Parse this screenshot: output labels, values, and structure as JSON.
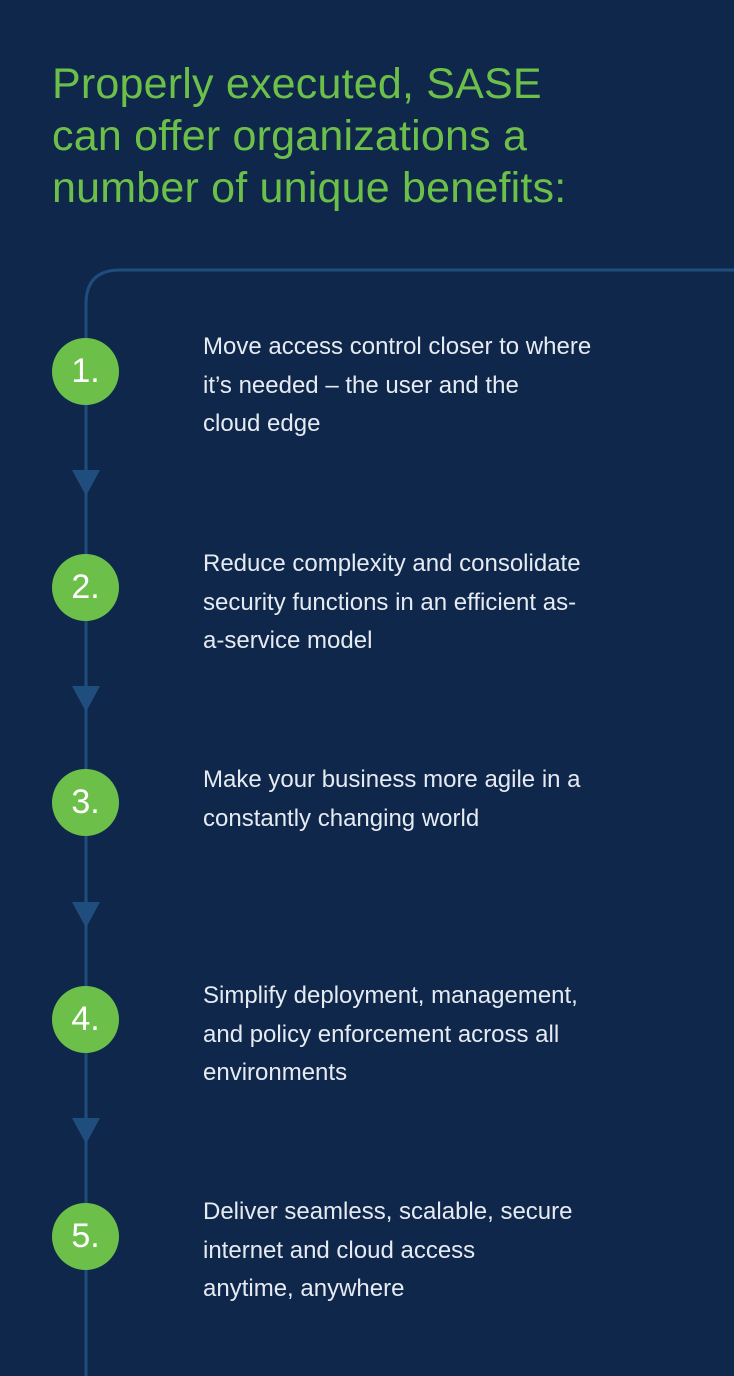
{
  "heading": {
    "lines": [
      "Properly executed, SASE",
      "can offer organizations a",
      "number of unique benefits:"
    ]
  },
  "colors": {
    "background": "#0f274b",
    "accent_green": "#6cc04a",
    "connector_blue": "#1f4d7d",
    "text": "#e6ebf2"
  },
  "steps": [
    {
      "number": "1.",
      "lines": [
        "Move access control closer to where",
        "it’s needed – the user and the",
        "cloud edge"
      ]
    },
    {
      "number": "2.",
      "lines": [
        "Reduce complexity and consolidate",
        "security functions in an efficient as-",
        "a-service model"
      ]
    },
    {
      "number": "3.",
      "lines": [
        "Make your business more agile in a",
        "constantly changing world"
      ]
    },
    {
      "number": "4.",
      "lines": [
        "Simplify deployment, management,",
        "and policy enforcement across all",
        "environments"
      ]
    },
    {
      "number": "5.",
      "lines": [
        "Deliver seamless, scalable, secure",
        "internet and cloud access",
        "anytime, anywhere"
      ]
    }
  ]
}
